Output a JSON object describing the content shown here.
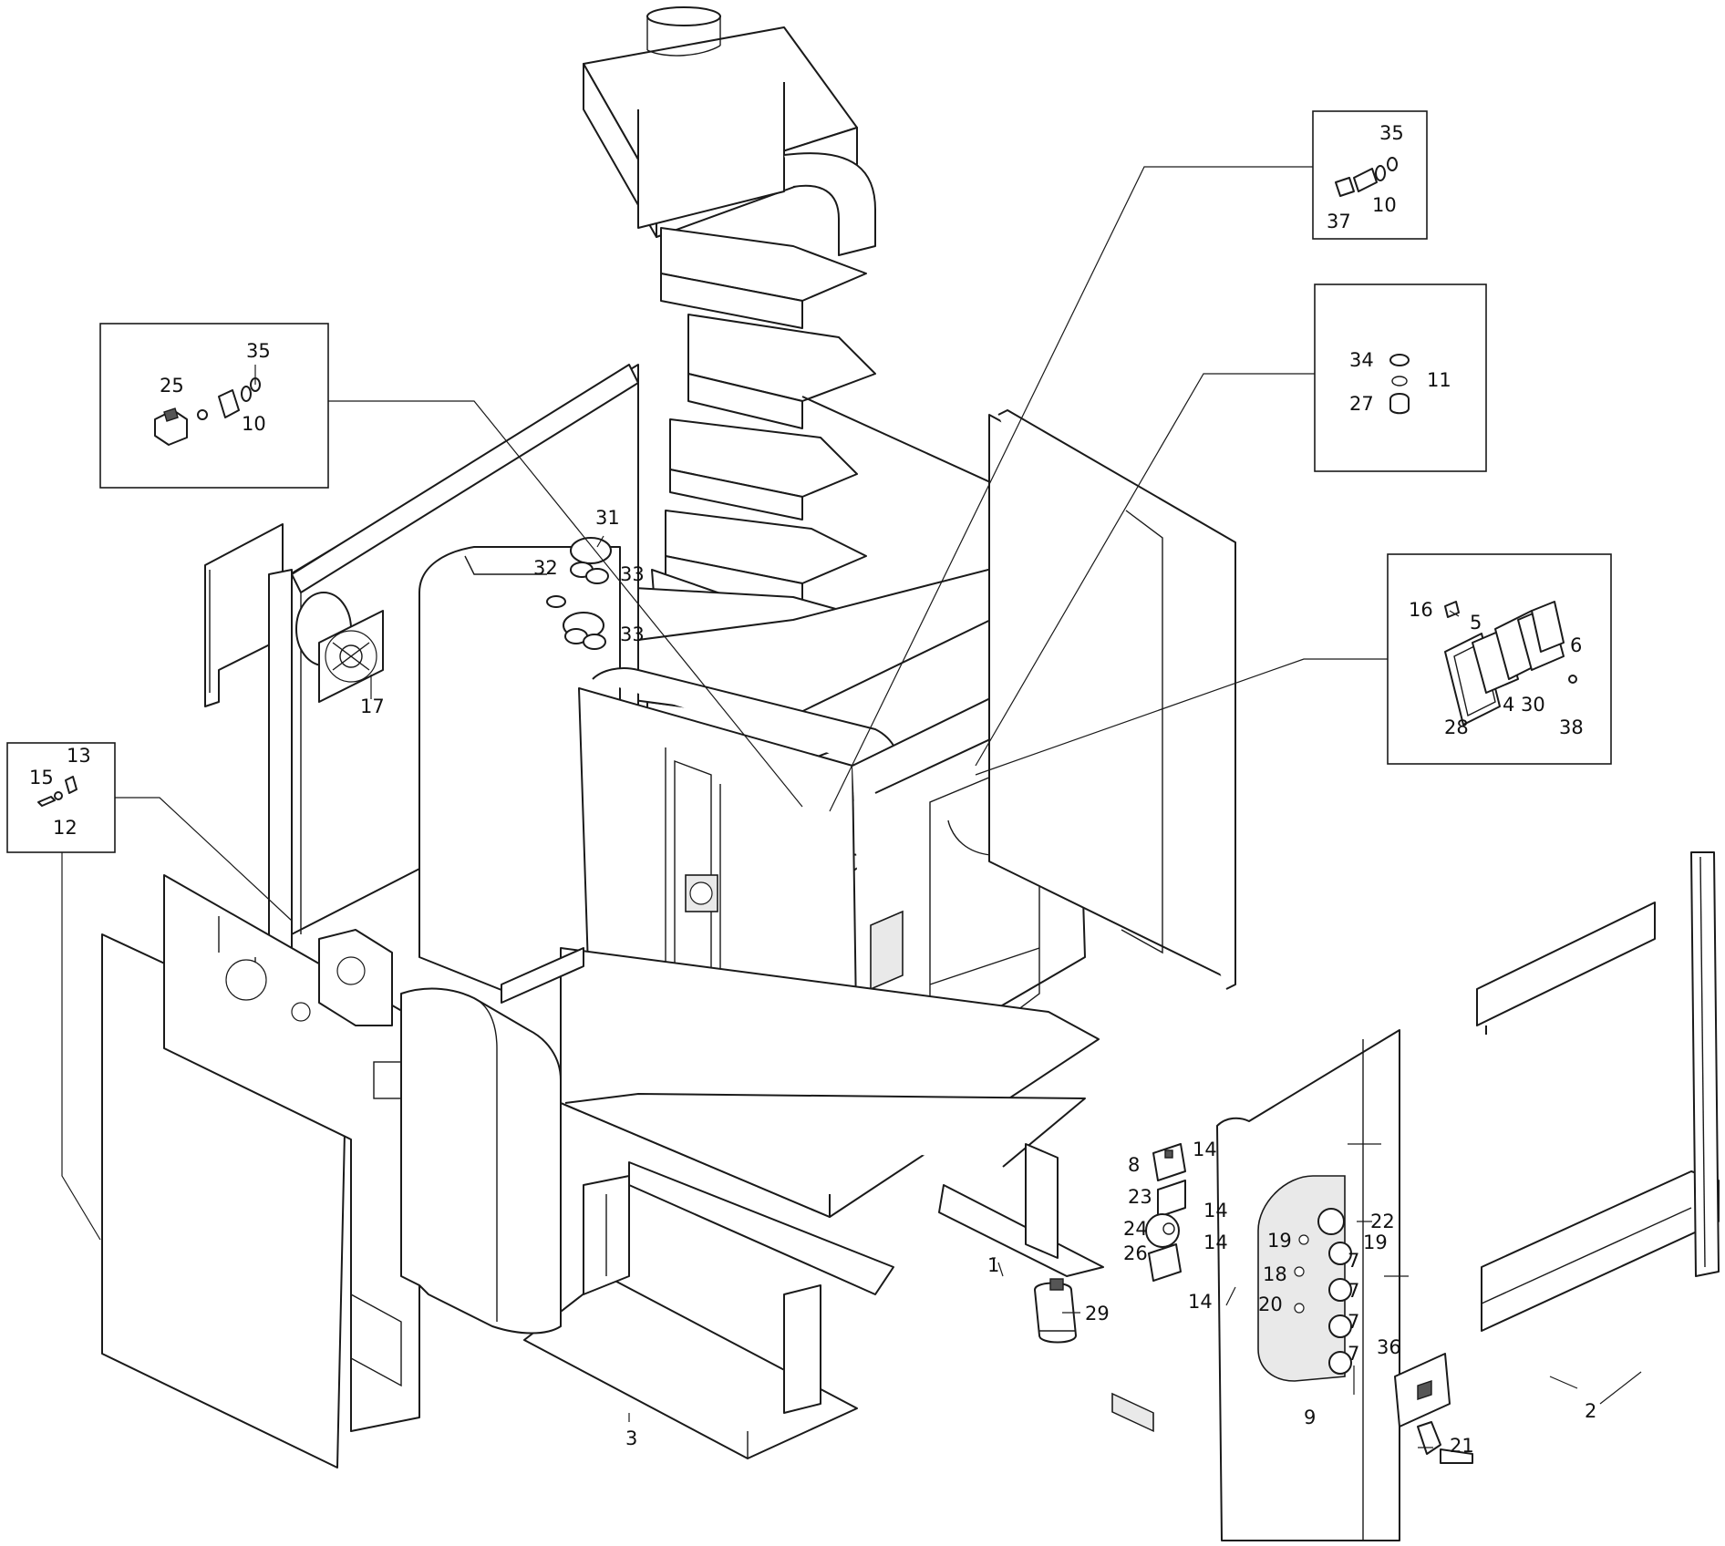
{
  "diagram": {
    "type": "exploded-parts-view",
    "colors": {
      "line": "#1a1a1a",
      "background": "#ffffff",
      "shade": "#e9e9e9"
    },
    "labels": [
      {
        "id": "1",
        "text": "1"
      },
      {
        "id": "2",
        "text": "2"
      },
      {
        "id": "3",
        "text": "3"
      },
      {
        "id": "4",
        "text": "4"
      },
      {
        "id": "5",
        "text": "5"
      },
      {
        "id": "6",
        "text": "6"
      },
      {
        "id": "7a",
        "text": "7"
      },
      {
        "id": "7b",
        "text": "7"
      },
      {
        "id": "7c",
        "text": "7"
      },
      {
        "id": "7d",
        "text": "7"
      },
      {
        "id": "8",
        "text": "8"
      },
      {
        "id": "9",
        "text": "9"
      },
      {
        "id": "10a",
        "text": "10"
      },
      {
        "id": "10b",
        "text": "10"
      },
      {
        "id": "11",
        "text": "11"
      },
      {
        "id": "12",
        "text": "12"
      },
      {
        "id": "13",
        "text": "13"
      },
      {
        "id": "14a",
        "text": "14"
      },
      {
        "id": "14b",
        "text": "14"
      },
      {
        "id": "14c",
        "text": "14"
      },
      {
        "id": "14d",
        "text": "14"
      },
      {
        "id": "15",
        "text": "15"
      },
      {
        "id": "16",
        "text": "16"
      },
      {
        "id": "17",
        "text": "17"
      },
      {
        "id": "18",
        "text": "18"
      },
      {
        "id": "19a",
        "text": "19"
      },
      {
        "id": "19b",
        "text": "19"
      },
      {
        "id": "20",
        "text": "20"
      },
      {
        "id": "21",
        "text": "21"
      },
      {
        "id": "22",
        "text": "22"
      },
      {
        "id": "23",
        "text": "23"
      },
      {
        "id": "24",
        "text": "24"
      },
      {
        "id": "25",
        "text": "25"
      },
      {
        "id": "26",
        "text": "26"
      },
      {
        "id": "27",
        "text": "27"
      },
      {
        "id": "28",
        "text": "28"
      },
      {
        "id": "29",
        "text": "29"
      },
      {
        "id": "30",
        "text": "30"
      },
      {
        "id": "31",
        "text": "31"
      },
      {
        "id": "32",
        "text": "32"
      },
      {
        "id": "33a",
        "text": "33"
      },
      {
        "id": "33b",
        "text": "33"
      },
      {
        "id": "34",
        "text": "34"
      },
      {
        "id": "35a",
        "text": "35"
      },
      {
        "id": "35b",
        "text": "35"
      },
      {
        "id": "36",
        "text": "36"
      },
      {
        "id": "37",
        "text": "37"
      },
      {
        "id": "38",
        "text": "38"
      }
    ]
  }
}
